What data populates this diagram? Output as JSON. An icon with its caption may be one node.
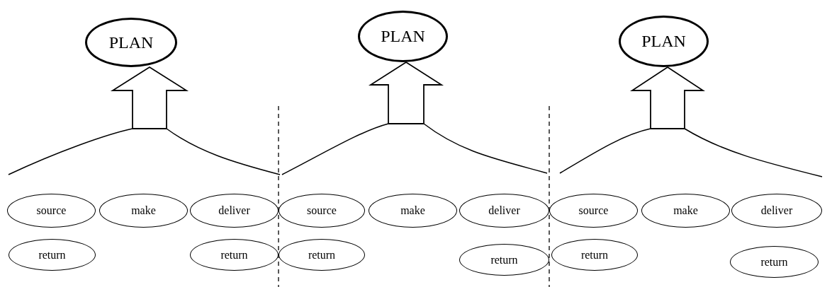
{
  "diagram": {
    "nodes": [
      {
        "text": [
          "PLAN"
        ]
      },
      {
        "text": [
          "PLAN"
        ]
      },
      {
        "text": [
          "PLAN"
        ]
      },
      {
        "text": [
          "source"
        ]
      },
      {
        "text": [
          "make"
        ]
      },
      {
        "text": [
          "deliver"
        ]
      },
      {
        "text": [
          "source"
        ]
      },
      {
        "text": [
          "make"
        ]
      },
      {
        "text": [
          "deliver"
        ]
      },
      {
        "text": [
          "source"
        ]
      },
      {
        "text": [
          "make"
        ]
      },
      {
        "text": [
          "deliver"
        ]
      },
      {
        "text": [
          "return"
        ]
      },
      {
        "text": [
          "return"
        ]
      },
      {
        "text": [
          "return"
        ]
      },
      {
        "text": [
          "return"
        ]
      },
      {
        "text": [
          "return"
        ]
      },
      {
        "text": [
          "return"
        ]
      }
    ],
    "edges": [
      {
        "from": null,
        "to": 0,
        "arrow": "to"
      },
      {
        "from": null,
        "to": 1,
        "arrow": "to"
      },
      {
        "from": null,
        "to": 2,
        "arrow": "to"
      }
    ]
  }
}
